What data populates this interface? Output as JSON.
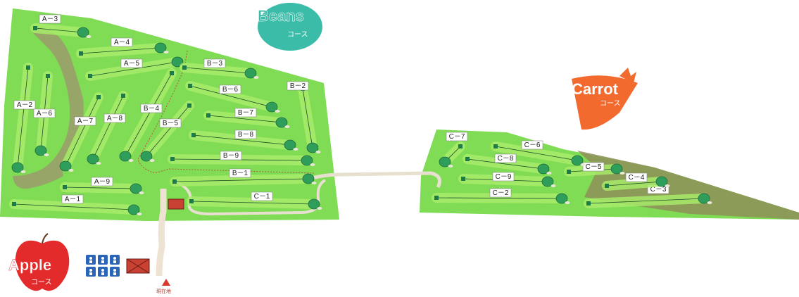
{
  "courses": [
    {
      "id": "beans",
      "name": "Beans",
      "sub": "コース",
      "color": "#3bbca8"
    },
    {
      "id": "carrot",
      "name": "Carrot",
      "sub": "コース",
      "color": "#f26a2e"
    },
    {
      "id": "apple",
      "name": "Apple",
      "sub": "コース",
      "color": "#e42b2b"
    }
  ],
  "holes": [
    {
      "label": "A－1",
      "tee": [
        20,
        290
      ],
      "green": [
        190,
        298
      ],
      "tag": [
        88,
        286
      ]
    },
    {
      "label": "A－2",
      "tee": [
        40,
        96
      ],
      "green": [
        25,
        238
      ],
      "tag": [
        20,
        152
      ]
    },
    {
      "label": "A－3",
      "tee": [
        50,
        40
      ],
      "green": [
        118,
        46
      ],
      "tag": [
        56,
        30
      ]
    },
    {
      "label": "A－4",
      "tee": [
        115,
        76
      ],
      "green": [
        228,
        68
      ],
      "tag": [
        158,
        63
      ]
    },
    {
      "label": "A－5",
      "tee": [
        128,
        108
      ],
      "green": [
        252,
        88
      ],
      "tag": [
        172,
        93
      ]
    },
    {
      "label": "A－6",
      "tee": [
        68,
        108
      ],
      "green": [
        58,
        214
      ],
      "tag": [
        48,
        164
      ]
    },
    {
      "label": "A－7",
      "tee": [
        140,
        138
      ],
      "green": [
        93,
        236
      ],
      "tag": [
        106,
        175
      ]
    },
    {
      "label": "A－8",
      "tee": [
        175,
        136
      ],
      "green": [
        132,
        226
      ],
      "tag": [
        148,
        171
      ]
    },
    {
      "label": "A－9",
      "tee": [
        92,
        266
      ],
      "green": [
        193,
        268
      ],
      "tag": [
        130,
        261
      ]
    },
    {
      "label": "B－1",
      "tee": [
        248,
        258
      ],
      "green": [
        438,
        254
      ],
      "tag": [
        326,
        249
      ]
    },
    {
      "label": "B－2",
      "tee": [
        430,
        126
      ],
      "green": [
        444,
        210
      ],
      "tag": [
        408,
        125
      ]
    },
    {
      "label": "B－3",
      "tee": [
        262,
        96
      ],
      "green": [
        356,
        104
      ],
      "tag": [
        290,
        93
      ]
    },
    {
      "label": "B－4",
      "tee": [
        244,
        104
      ],
      "green": [
        178,
        222
      ],
      "tag": [
        200,
        157
      ]
    },
    {
      "label": "B－5",
      "tee": [
        269,
        150
      ],
      "green": [
        208,
        222
      ],
      "tag": [
        227,
        178
      ]
    },
    {
      "label": "B－6",
      "tee": [
        270,
        122
      ],
      "green": [
        386,
        152
      ],
      "tag": [
        312,
        130
      ]
    },
    {
      "label": "B－7",
      "tee": [
        296,
        164
      ],
      "green": [
        400,
        174
      ],
      "tag": [
        334,
        163
      ]
    },
    {
      "label": "B－8",
      "tee": [
        275,
        192
      ],
      "green": [
        412,
        206
      ],
      "tag": [
        334,
        194
      ]
    },
    {
      "label": "B－9",
      "tee": [
        245,
        226
      ],
      "green": [
        436,
        228
      ],
      "tag": [
        313,
        224
      ]
    },
    {
      "label": "C－1",
      "tee": [
        272,
        286
      ],
      "green": [
        446,
        290
      ],
      "tag": [
        357,
        282
      ]
    },
    {
      "label": "C－2",
      "tee": [
        620,
        281
      ],
      "green": [
        798,
        282
      ],
      "tag": [
        696,
        277
      ]
    },
    {
      "label": "C－3",
      "tee": [
        836,
        289
      ],
      "green": [
        1000,
        282
      ],
      "tag": [
        920,
        272
      ]
    },
    {
      "label": "C－4",
      "tee": [
        862,
        264
      ],
      "green": [
        940,
        258
      ],
      "tag": [
        889,
        255
      ]
    },
    {
      "label": "C－5",
      "tee": [
        808,
        244
      ],
      "green": [
        876,
        240
      ],
      "tag": [
        828,
        240
      ]
    },
    {
      "label": "C－6",
      "tee": [
        704,
        208
      ],
      "green": [
        820,
        228
      ],
      "tag": [
        741,
        209
      ]
    },
    {
      "label": "C－7",
      "tee": [
        654,
        208
      ],
      "green": [
        632,
        230
      ],
      "tag": [
        634,
        197
      ]
    },
    {
      "label": "C－8",
      "tee": [
        664,
        226
      ],
      "green": [
        772,
        240
      ],
      "tag": [
        703,
        228
      ]
    },
    {
      "label": "C－9",
      "tee": [
        658,
        254
      ],
      "green": [
        778,
        258
      ],
      "tag": [
        700,
        254
      ]
    }
  ],
  "facilities": {
    "icons": [
      "restroom-icon",
      "nursery-icon",
      "shower-icon",
      "toilet-icon",
      "family-icon",
      "wheelchair-icon"
    ],
    "entrance_label": "現在地"
  }
}
